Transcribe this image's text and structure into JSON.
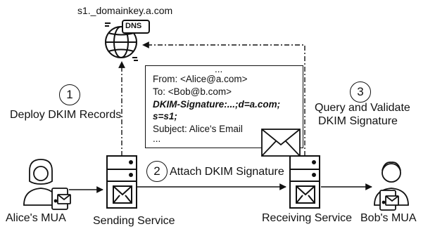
{
  "dns": {
    "record_name": "s1._domainkey.a.com",
    "badge": "DNS",
    "icon": "globe-icon"
  },
  "steps": [
    {
      "number": "1",
      "label": "Deploy DKIM Records"
    },
    {
      "number": "2",
      "label": "Attach DKIM Signature"
    },
    {
      "number": "3",
      "label_line1": "Query and Validate",
      "label_line2": "DKIM Signature"
    }
  ],
  "email": {
    "top_ellipsis": "...",
    "from": "From: <Alice@a.com>",
    "to": "To: <Bob@b.com>",
    "signature_line1": "DKIM-Signature:...;d=a.com;",
    "signature_line2": "s=s1;",
    "subject": "Subject: Alice's Email",
    "bottom_ellipsis": "..."
  },
  "nodes": {
    "alice": "Alice's MUA",
    "sending": "Sending Service",
    "receiving": "Receiving Service",
    "bob": "Bob's MUA"
  },
  "colors": {
    "stroke": "#111111",
    "background": "#ffffff"
  }
}
